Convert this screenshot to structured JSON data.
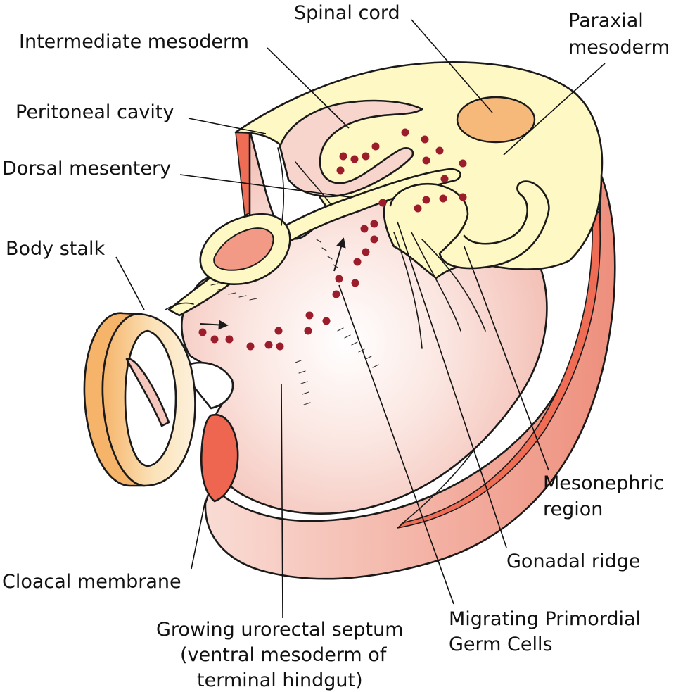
{
  "labels": {
    "spinal_cord": "Spinal cord",
    "intermediate_mesoderm": "Intermediate mesoderm",
    "paraxial_mesoderm_1": "Paraxial",
    "paraxial_mesoderm_2": "mesoderm",
    "peritoneal_cavity": "Peritoneal cavity",
    "dorsal_mesentery": "Dorsal mesentery",
    "body_stalk": "Body stalk",
    "mesonephric_region_1": "Mesonephric",
    "mesonephric_region_2": "region",
    "gonadal_ridge": "Gonadal ridge",
    "cloacal_membrane": "Cloacal membrane",
    "migrating_pgc_1": "Migrating Primordial",
    "migrating_pgc_2": "Germ Cells",
    "urorectal_1": "Growing urorectal septum",
    "urorectal_2": "(ventral mesoderm of",
    "urorectal_3": "terminal hindgut)"
  },
  "colors": {
    "mesoderm_cream": "#fdf8c4",
    "tissue_pink": "#f6d3cc",
    "cavity_red": "#ee6e58",
    "stalk_orange": "#f7c98c",
    "spinal_cord_orange": "#f6b97a",
    "germ_cell": "#9b1d2b"
  }
}
